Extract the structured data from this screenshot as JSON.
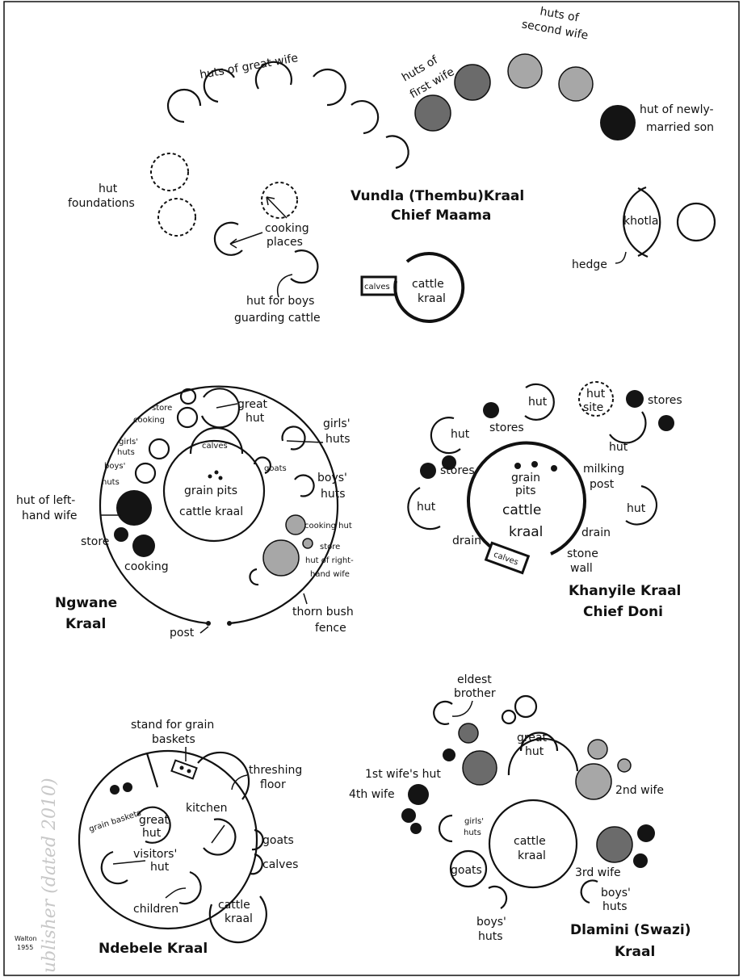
{
  "border": "#111111",
  "colors": {
    "ink": "#111111",
    "dark_grey": "#6b6b6b",
    "light_grey": "#a7a7a7",
    "black_fill": "#141414"
  },
  "vundla": {
    "title_line1": "Vundla (Thembu)Kraal",
    "title_line2": "Chief Maama",
    "huts_great_wife": "huts of great wife",
    "huts_first_wife_1": "huts of",
    "huts_first_wife_2": "first wife",
    "huts_second_wife_1": "huts of",
    "huts_second_wife_2": "second wife",
    "newly_married_1": "hut of newly-",
    "newly_married_2": "married son",
    "hut_foundations_1": "hut",
    "hut_foundations_2": "foundations",
    "cooking_1": "cooking",
    "cooking_2": "places",
    "boys_hut_1": "hut for boys",
    "boys_hut_2": "guarding cattle",
    "calves": "calves",
    "cattle_kraal_1": "cattle",
    "cattle_kraal_2": "kraal",
    "khotla": "khotla",
    "hedge": "hedge"
  },
  "ngwane": {
    "title_line1": "Ngwane",
    "title_line2": "Kraal",
    "store": "store",
    "cooking": "cooking",
    "great_hut_1": "great",
    "great_hut_2": "hut",
    "girls_huts_left_1": "girls'",
    "girls_huts_left_2": "huts",
    "boys_huts_left_1": "boys'",
    "boys_huts_left_2": "huts",
    "calves": "calves",
    "girls_huts_right_1": "girls'",
    "girls_huts_right_2": "huts",
    "goats": "goats",
    "boys_huts_right_1": "boys'",
    "boys_huts_right_2": "huts",
    "grain_pits": "grain pits",
    "cattle_kraal": "cattle kraal",
    "left_wife_1": "hut of left-",
    "left_wife_2": "hand wife",
    "store_bottom": "store",
    "cooking_bottom": "cooking",
    "cooking_hut": "cooking hut",
    "store_right": "store",
    "right_wife_1": "hut of right-",
    "right_wife_2": "hand wife",
    "thorn_1": "thorn bush",
    "thorn_2": "fence",
    "post": "post"
  },
  "khanyile": {
    "title_line1": "Khanyile Kraal",
    "title_line2": "Chief Doni",
    "hut": "hut",
    "hut_site_1": "hut",
    "hut_site_2": "site",
    "stores": "stores",
    "grain_1": "grain",
    "grain_2": "pits",
    "cattle_1": "cattle",
    "cattle_2": "kraal",
    "milking_1": "milking",
    "milking_2": "post",
    "drain": "drain",
    "calves": "calves",
    "stone_1": "stone",
    "stone_2": "wall"
  },
  "ndebele": {
    "title": "Ndebele Kraal",
    "stand_1": "stand for grain",
    "stand_2": "baskets",
    "threshing_1": "threshing",
    "threshing_2": "floor",
    "grain_baskets": "grain baskets",
    "great_1": "great",
    "great_2": "hut",
    "kitchen": "kitchen",
    "goats": "goats",
    "calves": "calves",
    "visitors_1": "visitors'",
    "visitors_2": "hut",
    "children": "children",
    "cattle_1": "cattle",
    "cattle_2": "kraal",
    "signature_1": "Walton",
    "signature_2": "1955"
  },
  "dlamini": {
    "title_line1": "Dlamini (Swazi)",
    "title_line2": "Kraal",
    "eldest_1": "eldest",
    "eldest_2": "brother",
    "great_1": "great",
    "great_2": "hut",
    "first_wife": "1st wife's hut",
    "fourth_wife": "4th wife",
    "second_wife": "2nd wife",
    "girls_1": "girls'",
    "girls_2": "huts",
    "cattle_1": "cattle",
    "cattle_2": "kraal",
    "goats": "goats",
    "third_wife": "3rd wife",
    "boys_right_1": "boys'",
    "boys_right_2": "huts",
    "boys_bottom_1": "boys'",
    "boys_bottom_2": "huts"
  },
  "watermark": "ublisher (dated 2010)"
}
